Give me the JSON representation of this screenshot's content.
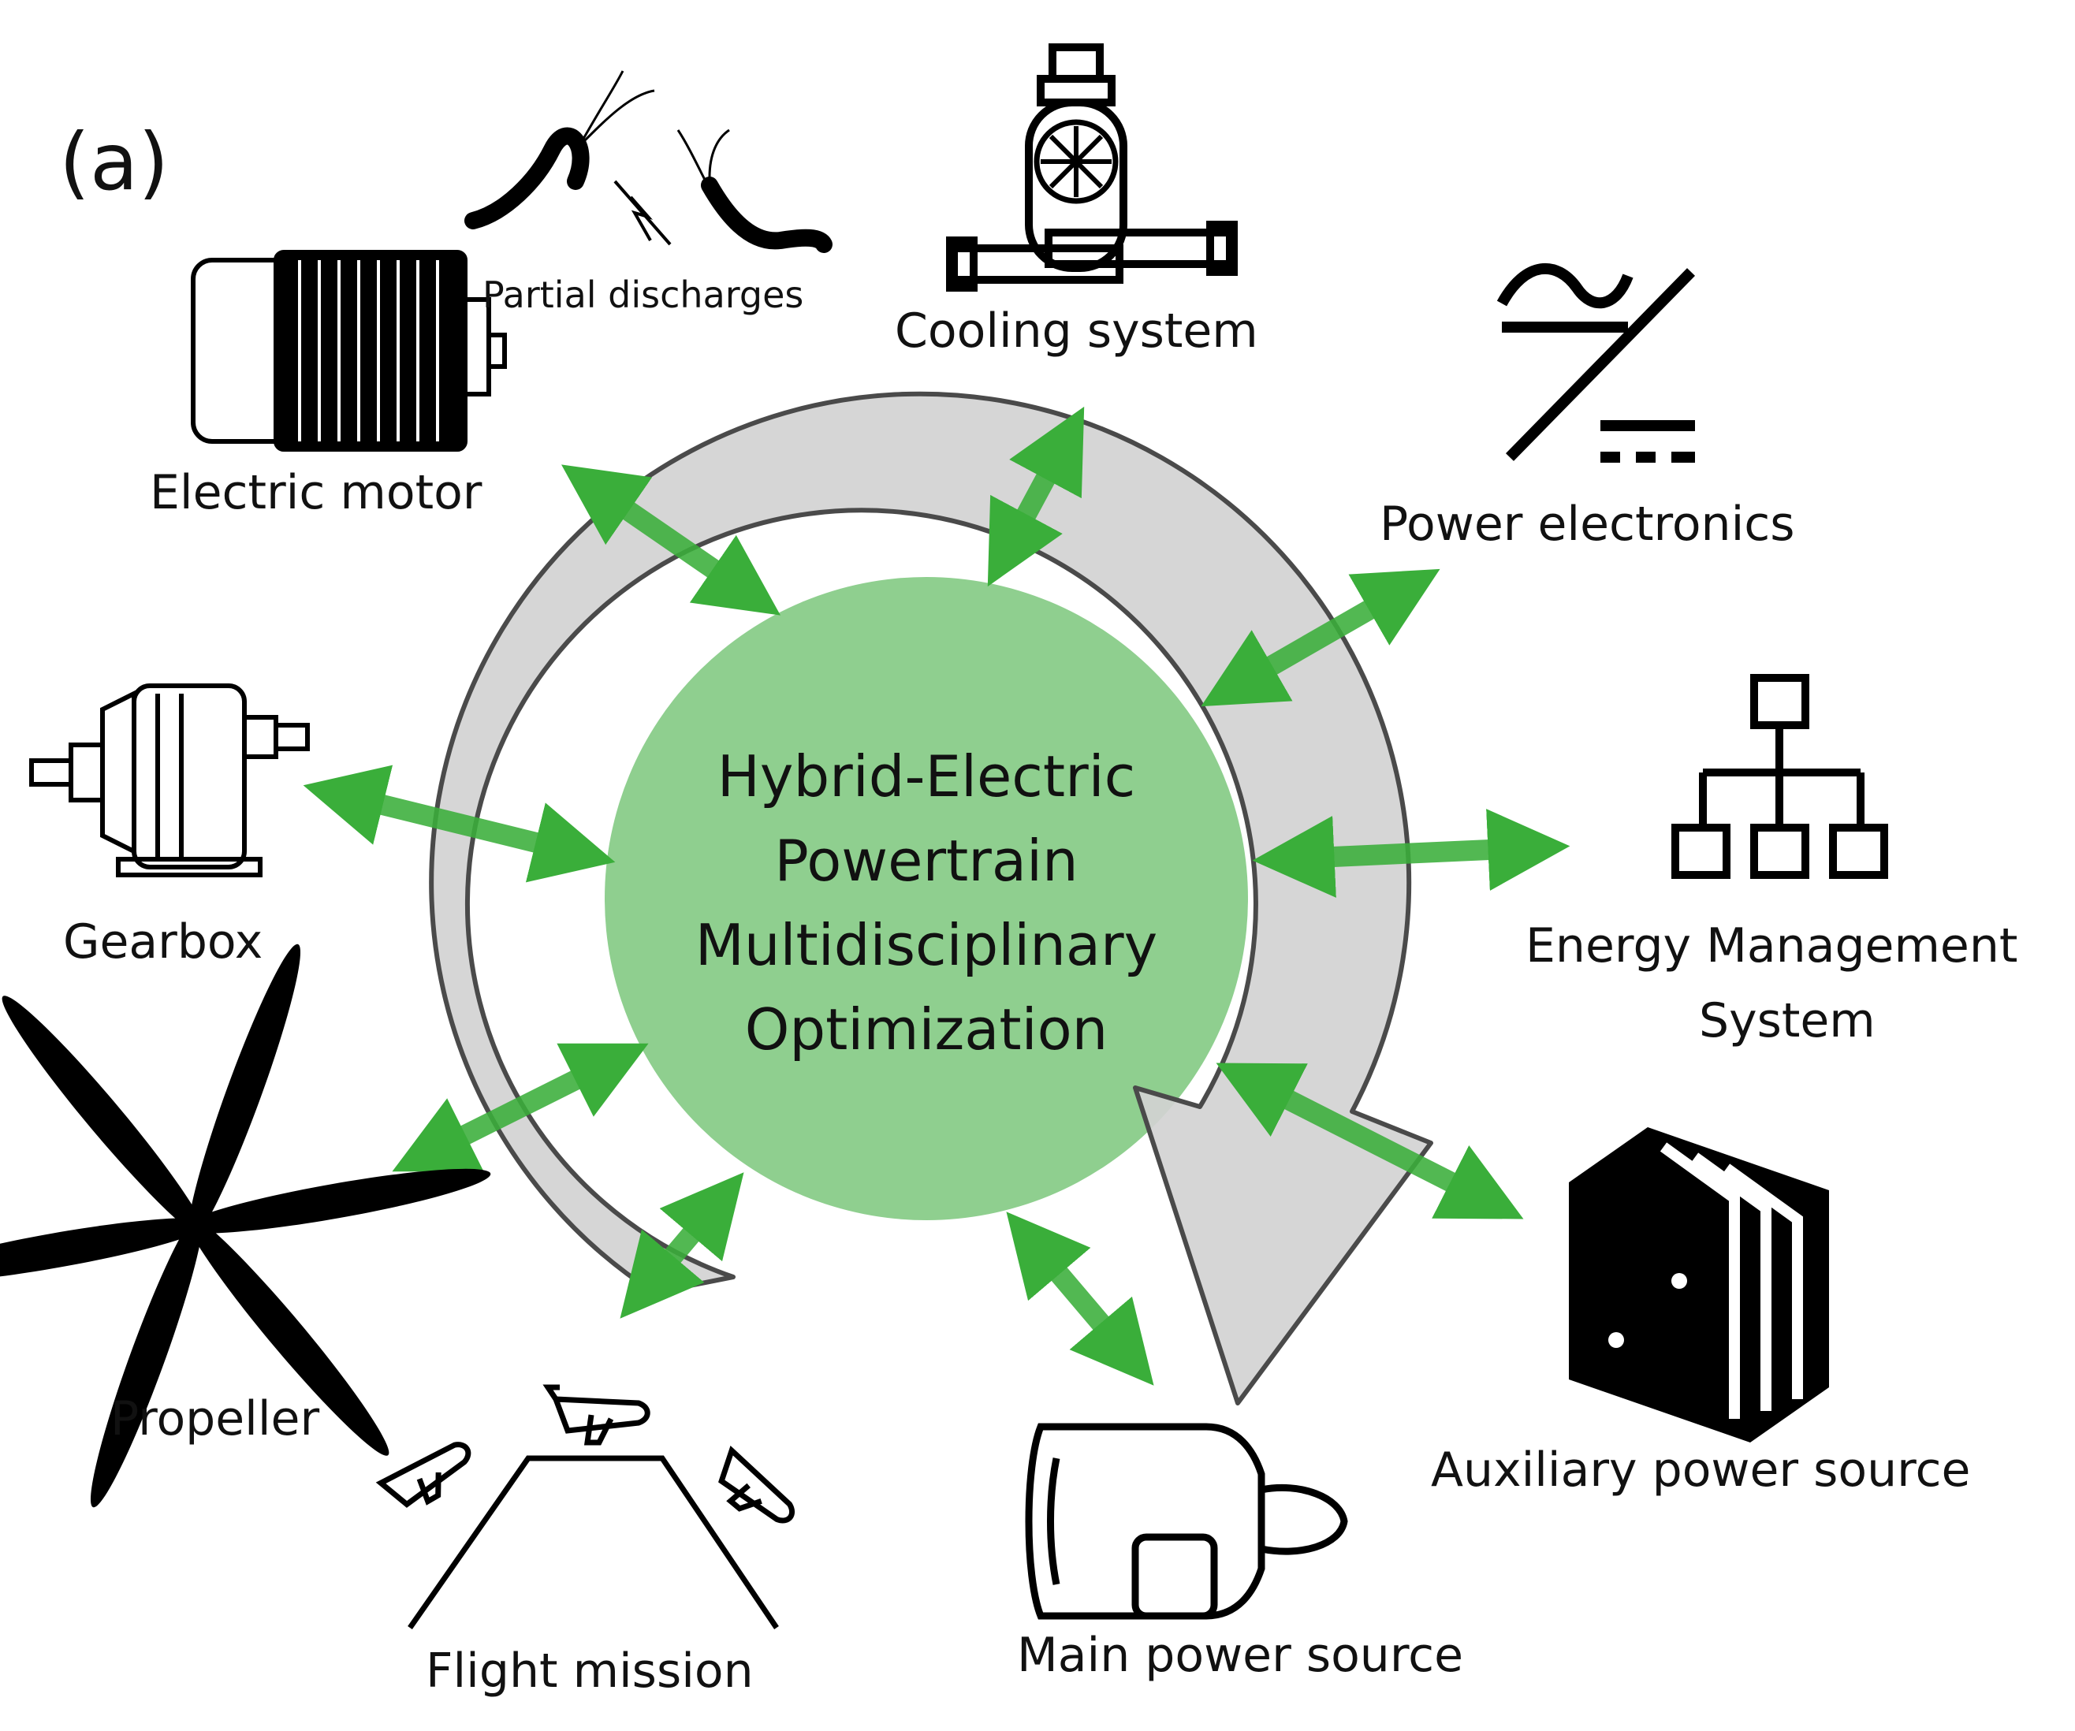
{
  "panel_label": "(a)",
  "center": {
    "lines": [
      "Hybrid-Electric",
      "Powertrain",
      "Multidisciplinary",
      "Optimization"
    ]
  },
  "labels": {
    "electric_motor": "Electric motor",
    "partial_discharges": "Partial discharges",
    "cooling_system": "Cooling system",
    "power_electronics": "Power electronics",
    "energy_management_line1": "Energy Management",
    "energy_management_line2": "System",
    "auxiliary_power_source": "Auxiliary power source",
    "main_power_source": "Main power source",
    "flight_mission": "Flight mission",
    "propeller": "Propeller",
    "gearbox": "Gearbox"
  },
  "colors": {
    "arrow_green": "#3aae3a",
    "circle_fill": "#8fcf8f",
    "loop_fill": "#d3d3d3",
    "loop_stroke": "#4a4a4a",
    "icon": "#000000"
  },
  "icons": {
    "electric_motor": "electric-motor-icon",
    "partial_discharges": "partial-discharge-cable-icon",
    "cooling_system": "pump-icon",
    "power_electronics": "ac-dc-converter-icon",
    "energy_management": "hierarchy-icon",
    "auxiliary_power_source": "battery-pack-icon",
    "main_power_source": "turbine-engine-icon",
    "flight_mission": "flight-profile-icon",
    "propeller": "propeller-icon",
    "gearbox": "gearbox-icon"
  }
}
